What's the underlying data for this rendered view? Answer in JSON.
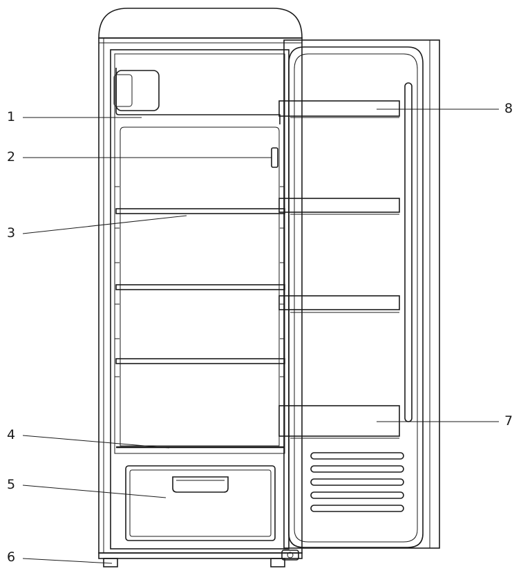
{
  "callouts": [
    {
      "id": "1",
      "label": "1"
    },
    {
      "id": "2",
      "label": "2"
    },
    {
      "id": "3",
      "label": "3"
    },
    {
      "id": "4",
      "label": "4"
    },
    {
      "id": "5",
      "label": "5"
    },
    {
      "id": "6",
      "label": "6"
    },
    {
      "id": "7",
      "label": "7"
    },
    {
      "id": "8",
      "label": "8"
    }
  ],
  "colors": {
    "line": "#1a1a1a",
    "background": "#ffffff"
  }
}
